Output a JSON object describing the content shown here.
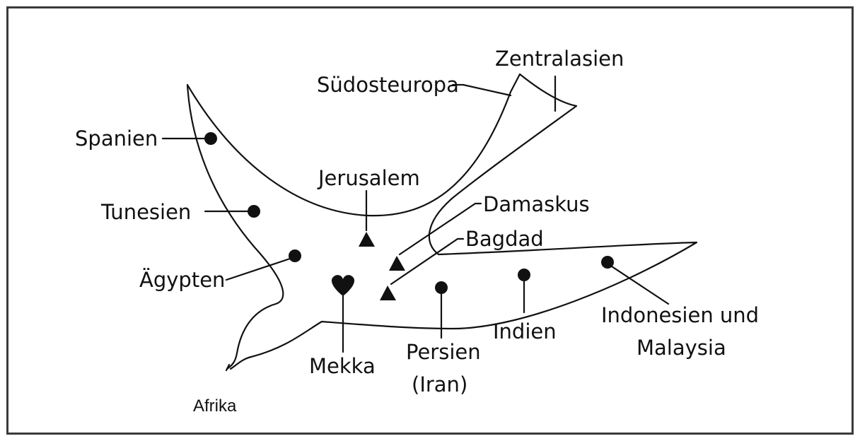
{
  "labels": {
    "zentralasien": "Zentralasien",
    "suedosteuropa": "Südosteuropa",
    "spanien": "Spanien",
    "jerusalem": "Jerusalem",
    "damaskus": "Damaskus",
    "tunesien": "Tunesien",
    "bagdad": "Bagdad",
    "aegypten": "Ägypten",
    "indonesien_line1": "Indonesien und",
    "indonesien_line2": "Malaysia",
    "indien": "Indien",
    "persien_line1": "Persien",
    "persien_line2": "(Iran)",
    "mekka": "Mekka",
    "afrika": "Afrika"
  },
  "symbols": {
    "region": "filled-circle",
    "city": "filled-triangle",
    "holy_city": "heart"
  }
}
